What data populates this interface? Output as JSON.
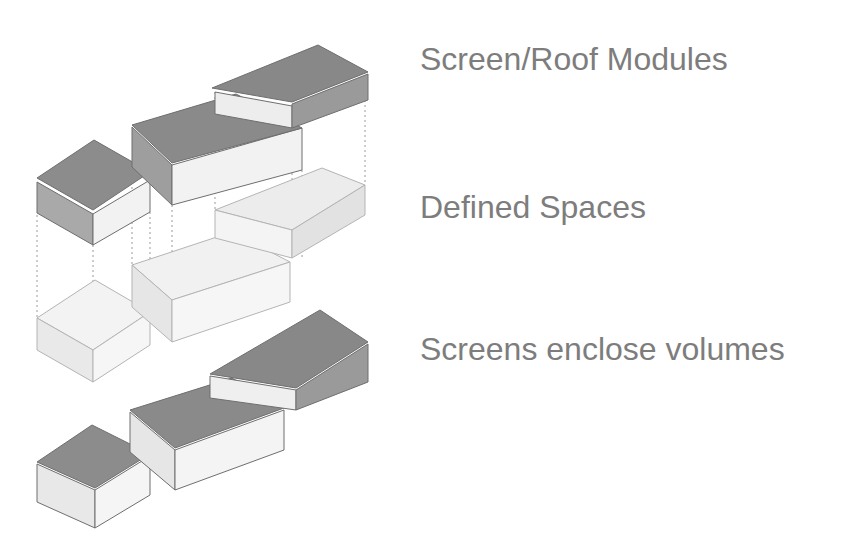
{
  "diagram": {
    "labels": [
      "Screen/Roof Modules",
      "Defined Spaces",
      "Screens enclose volumes"
    ]
  }
}
